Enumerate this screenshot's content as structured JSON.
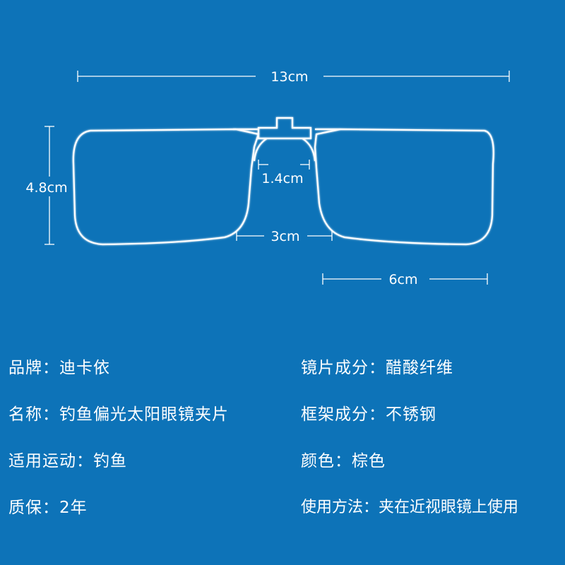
{
  "dimensions": {
    "total_width": "13cm",
    "lens_height": "4.8cm",
    "bridge_top": "1.4cm",
    "bridge_bottom": "3cm",
    "lens_width": "6cm"
  },
  "specs": {
    "brand": {
      "label": "品牌：",
      "value": "迪卡依"
    },
    "name": {
      "label": "名称：",
      "value": "钓鱼偏光太阳眼镜夹片"
    },
    "sport": {
      "label": "适用运动：",
      "value": "钓鱼"
    },
    "warranty": {
      "label": "质保：",
      "value": "2年"
    },
    "lens_material": {
      "label": "镜片成分：",
      "value": "醋酸纤维"
    },
    "frame_material": {
      "label": "框架成分：",
      "value": "不锈钢"
    },
    "color": {
      "label": "颜色：",
      "value": "棕色"
    },
    "usage": {
      "label": "使用方法：",
      "value": "夹在近视眼镜上使用"
    }
  },
  "colors": {
    "background": "#0d73b8",
    "line": "#ffffff"
  }
}
